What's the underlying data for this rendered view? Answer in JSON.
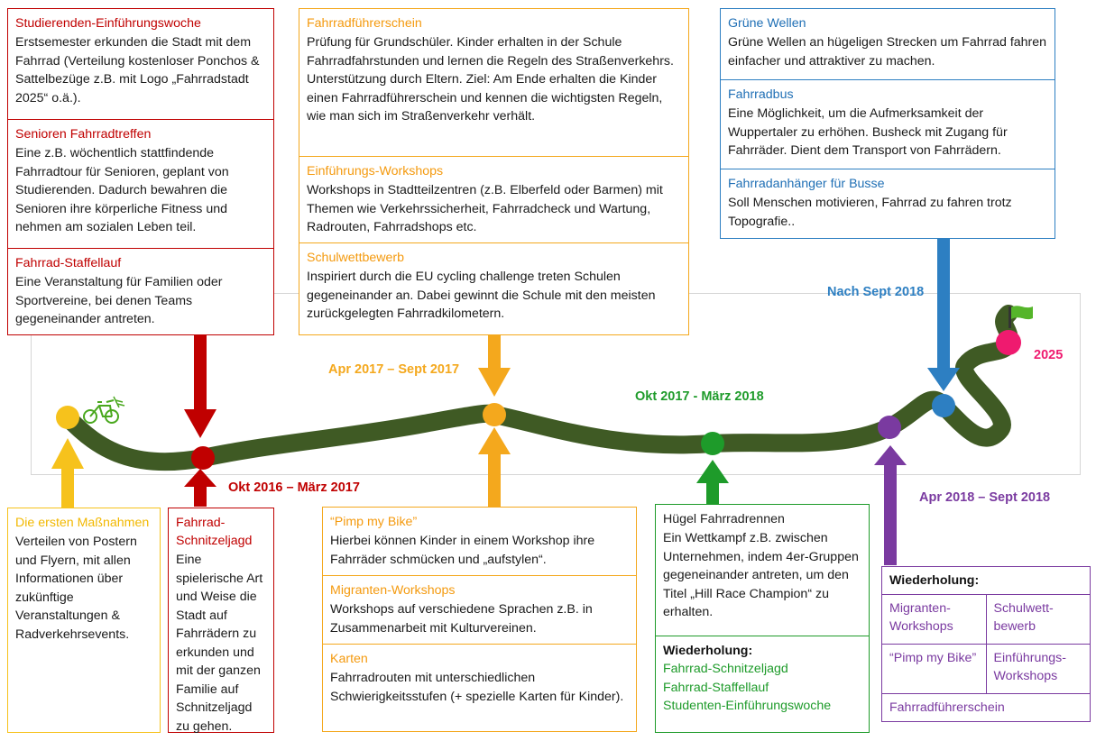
{
  "colors": {
    "path": "#3f5a24",
    "red": "#c00000",
    "orange": "#f4a81d",
    "blue": "#2d7fc2",
    "green": "#1e9b2a",
    "yellow": "#f6c21c",
    "purple": "#7a3aa0",
    "pink": "#ef1a6f",
    "flag": "#55b52a"
  },
  "icons": [
    "bicycle-icon",
    "flag-icon"
  ],
  "top_left": {
    "items": [
      {
        "title": "Studierenden-Einführungswoche",
        "desc": "Erstsemester erkunden die Stadt mit dem Fahrrad (Verteilung kostenloser Ponchos & Sattelbezüge z.B. mit Logo „Fahrradstadt 2025“ o.ä.)."
      },
      {
        "title": "Senioren Fahrradtreffen",
        "desc": "Eine z.B. wöchentlich stattfindende Fahrradtour für Senioren, geplant von Studierenden. Dadurch bewahren die Senioren ihre körperliche Fitness und nehmen am sozialen Leben teil."
      },
      {
        "title": "Fahrrad-Staffellauf",
        "desc": "Eine Veranstaltung für Familien oder Sportvereine, bei denen Teams gegeneinander antreten."
      }
    ]
  },
  "top_mid": {
    "items": [
      {
        "title": "Fahrradführerschein",
        "desc": "Prüfung für Grundschüler. Kinder erhalten in der Schule Fahrradfahrstunden und lernen die Regeln des Straßenverkehrs. Unterstützung durch Eltern. Ziel: Am Ende erhalten die Kinder einen Fahrradführerschein und kennen die wichtigsten Regeln, wie man sich im Straßenverkehr verhält."
      },
      {
        "title": "Einführungs-Workshops",
        "desc": "Workshops in Stadtteilzentren (z.B. Elberfeld oder Barmen) mit Themen wie Verkehrssicherheit, Fahrradcheck und Wartung, Radrouten, Fahrradshops etc."
      },
      {
        "title": "Schulwettbewerb",
        "desc": "Inspiriert durch die EU cycling challenge treten Schulen gegeneinander an. Dabei gewinnt die Schule mit den meisten zurückgelegten Fahrradkilometern."
      }
    ]
  },
  "top_right": {
    "items": [
      {
        "title": "Grüne Wellen",
        "desc": "Grüne Wellen an hügeligen Strecken um Fahrrad fahren einfacher und attraktiver zu machen."
      },
      {
        "title": "Fahrradbus",
        "desc": "Eine Möglichkeit, um die Aufmerksamkeit der Wuppertaler zu erhöhen. Busheck mit Zugang für Fahrräder. Dient dem Transport von Fahrrädern."
      },
      {
        "title": "Fahrradanhänger für Busse",
        "desc": "Soll Menschen motivieren, Fahrrad zu fahren trotz Topografie.."
      }
    ]
  },
  "labels": {
    "oct2016": "Okt 2016 – März 2017",
    "apr2017": "Apr 2017 – Sept 2017",
    "oct2017": "Okt 2017 - März 2018",
    "apr2018": "Apr 2018 – Sept 2018",
    "sep2018": "Nach Sept 2018",
    "y2025": "2025"
  },
  "bottom_first": {
    "title": "Die ersten Maßnahmen",
    "desc": "Verteilen von Postern und Flyern, mit allen Informationen über zukünftige Veranstaltungen & Radverkehrsevents."
  },
  "bottom_schnitzel": {
    "title": "Fahrrad-Schnitzeljagd",
    "desc": "Eine spielerische Art und Weise die Stadt auf Fahrrädern zu erkunden und mit der ganzen Familie auf Schnitzeljagd zu gehen."
  },
  "bottom_mid": {
    "items": [
      {
        "title": "“Pimp my Bike”",
        "desc": "Hierbei können Kinder in einem Workshop ihre Fahrräder schmücken und „aufstylen“."
      },
      {
        "title": "Migranten-Workshops",
        "desc": "Workshops auf verschiedene Sprachen z.B. in Zusammenarbeit mit Kulturvereinen."
      },
      {
        "title": "Karten",
        "desc": "Fahrradrouten mit unterschiedlichen Schwierigkeitsstufen (+ spezielle Karten für Kinder)."
      }
    ]
  },
  "bottom_green": {
    "title": "Hügel Fahrradrennen",
    "desc": "Ein Wettkampf z.B. zwischen Unternehmen, indem 4er-Gruppen gegeneinander antreten, um den Titel „Hill Race Champion“ zu erhalten.",
    "rep_title": "Wiederholung:",
    "rep_items": [
      "Fahrrad-Schnitzeljagd",
      "Fahrrad-Staffellauf",
      "Studenten-Einführungswoche"
    ]
  },
  "bottom_purple": {
    "title": "Wiederholung:",
    "cells": [
      "Migranten-Workshops",
      "Schulwett-bewerb",
      "“Pimp my Bike”",
      "Einführungs-Workshops",
      "Fahrradführerschein"
    ]
  }
}
